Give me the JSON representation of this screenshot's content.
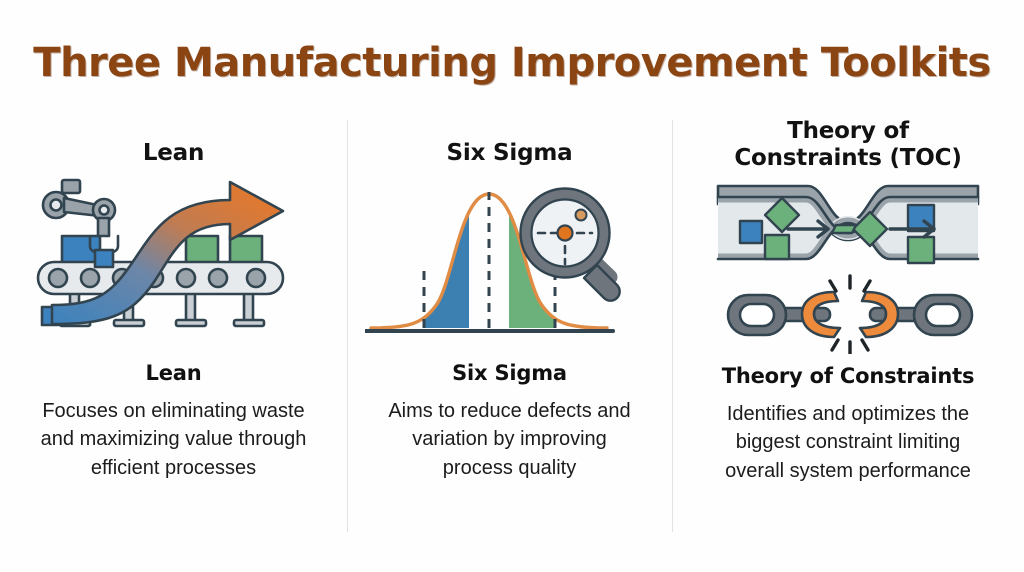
{
  "page": {
    "title": "Three Manufacturing Improvement Toolkits",
    "title_color": "#8B4513",
    "background_color": "#FEFEFE",
    "divider_color": "#E3E3E3"
  },
  "columns": [
    {
      "id": "lean",
      "heading": "Lean",
      "sub_heading": "Lean",
      "body": "Focuses on eliminating waste and maximizing value through efficient processes",
      "illustration": {
        "name": "conveyor-belt-robot-arm-illustration",
        "elements": [
          "robot-arm-icon",
          "conveyor-belt-icon",
          "blue-box",
          "green-box",
          "gradient-growth-arrow"
        ],
        "colors": {
          "outline": "#31444F",
          "metal": "#C9CFD4",
          "metal_dark": "#8D969D",
          "blue_box": "#3C82BE",
          "green_box": "#6CB07C",
          "arrow_start": "#3C82BE",
          "arrow_end": "#EE7722"
        }
      }
    },
    {
      "id": "six-sigma",
      "heading": "Six Sigma",
      "sub_heading": "Six Sigma",
      "body": "Aims to reduce defects and variation by improving process quality",
      "illustration": {
        "name": "normal-distribution-curve-illustration",
        "elements": [
          "bell-curve",
          "center-dashed-line",
          "left-tail-region",
          "right-tail-region",
          "baseline-axis",
          "magnifier-icon",
          "defect-dot"
        ],
        "colors": {
          "curve": "#E08C45",
          "left_region": "#3C7FB1",
          "right_region": "#6CB07C",
          "axis": "#31444F",
          "dashed_line": "#31444F",
          "magnifier_ring": "#6E757C",
          "magnifier_lens": "#EEF2F5",
          "defect_dot": "#E0751F"
        }
      }
    },
    {
      "id": "theory-of-constraints",
      "heading_line1": "Theory of",
      "heading_line2": "Constraints (TOC)",
      "heading": "Theory of Constraints (TOC)",
      "sub_heading": "Theory of Constraints",
      "body": "Identifies and optimizes the biggest constraint limiting overall system performance",
      "illustration": {
        "name": "bottleneck-and-broken-chain-illustration",
        "elements": [
          "bottleneck-pipe",
          "flow-arrow",
          "blue-square",
          "green-square",
          "green-diamond",
          "chain-links",
          "broken-orange-link",
          "break-spark-lines"
        ],
        "colors": {
          "outline": "#31444F",
          "pipe_fill": "#E3E8EB",
          "pipe_edge": "#9AA3AA",
          "blue_square": "#3C82BE",
          "green_square": "#6CB07C",
          "chain_link": "#6E757C",
          "broken_link": "#EE8A3C"
        }
      }
    }
  ]
}
